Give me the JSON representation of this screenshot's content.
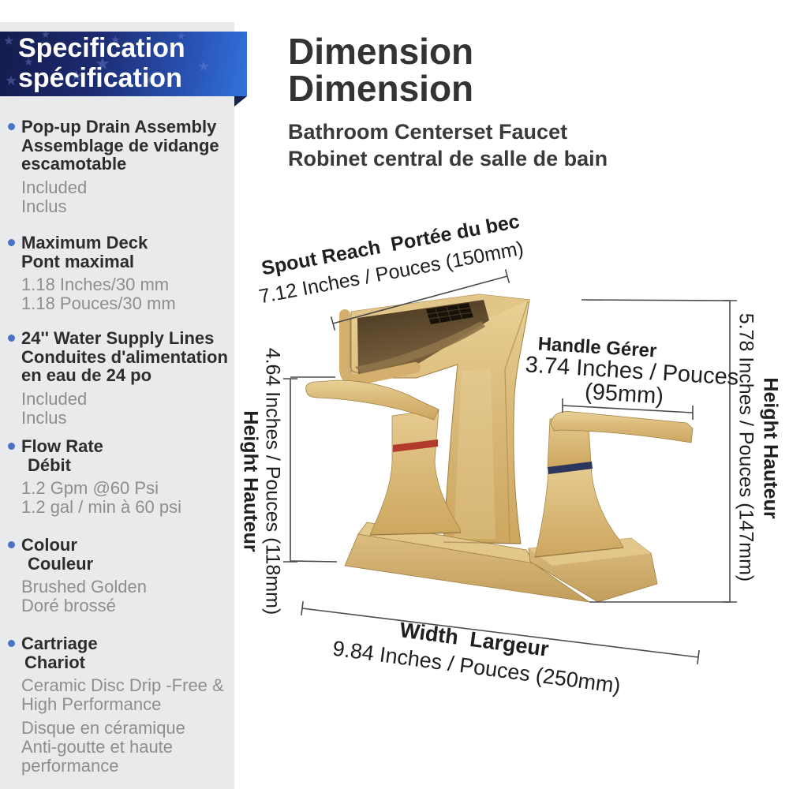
{
  "colors": {
    "banner_navy": "#141b4d",
    "banner_blue": "#3273d9",
    "sidebar_bg": "#e9eaeb",
    "bullet_blue": "#4a73c4",
    "heading_text": "#333333",
    "value_gray": "#8e8e8e",
    "faucet_gold": "#d6b474",
    "hot_indicator_red": "#b23a2c",
    "cold_indicator_blue": "#2c355e",
    "dim_line_gray": "#4a4a4a"
  },
  "sidebar": {
    "header": {
      "line1": "Specification",
      "line2": "spécification"
    },
    "sections": [
      {
        "title_lines": [
          "Pop-up Drain Assembly",
          "Assemblage de vidange",
          "escamotable"
        ],
        "value_lines": [
          "Included",
          "Inclus"
        ]
      },
      {
        "title_lines": [
          "Maximum Deck",
          "Pont maximal"
        ],
        "value_lines": [
          "1.18 Inches/30 mm",
          "1.18 Pouces/30 mm"
        ]
      },
      {
        "title_lines": [
          "24'' Water Supply Lines",
          "Conduites d'alimentation",
          "en eau de 24 po"
        ],
        "value_lines": [
          "Included",
          "Inclus"
        ]
      },
      {
        "title_lines": [
          "Flow Rate",
          "Débit"
        ],
        "value_lines": [
          "1.2 Gpm @60 Psi",
          "1.2 gal / min à 60 psi"
        ]
      },
      {
        "title_lines": [
          "Colour",
          "Couleur"
        ],
        "value_lines": [
          "Brushed Golden",
          "Doré brossé"
        ]
      },
      {
        "title_lines": [
          "Cartriage",
          "Chariot"
        ],
        "value_lines": [
          "Ceramic Disc Drip -Free &",
          "High Performance",
          "Disque en céramique",
          "Anti-goutte et haute",
          "performance"
        ]
      }
    ]
  },
  "main": {
    "title": {
      "line1": "Dimension",
      "line2": "Dimension"
    },
    "subtitle": {
      "line1": "Bathroom Centerset Faucet",
      "line2": "Robinet central de salle de bain"
    }
  },
  "dimensions": {
    "spout_reach": {
      "label": "Spout Reach  Portée du bec",
      "value": "7.12 Inches / Pouces (150mm)"
    },
    "handle": {
      "label": "Handle Gérer",
      "value_line1": "3.74 Inches / Pouces",
      "value_line2": "(95mm)"
    },
    "height_left": {
      "value": "4.64 Inches / Pouces (118mm)",
      "label": "Height Hauteur"
    },
    "height_right": {
      "value": "5.78 Inches / Pouces (147mm)",
      "label": "Height Hauteur"
    },
    "width": {
      "label": "Width  Largeur",
      "value": "9.84 Inches / Pouces (250mm)"
    }
  }
}
